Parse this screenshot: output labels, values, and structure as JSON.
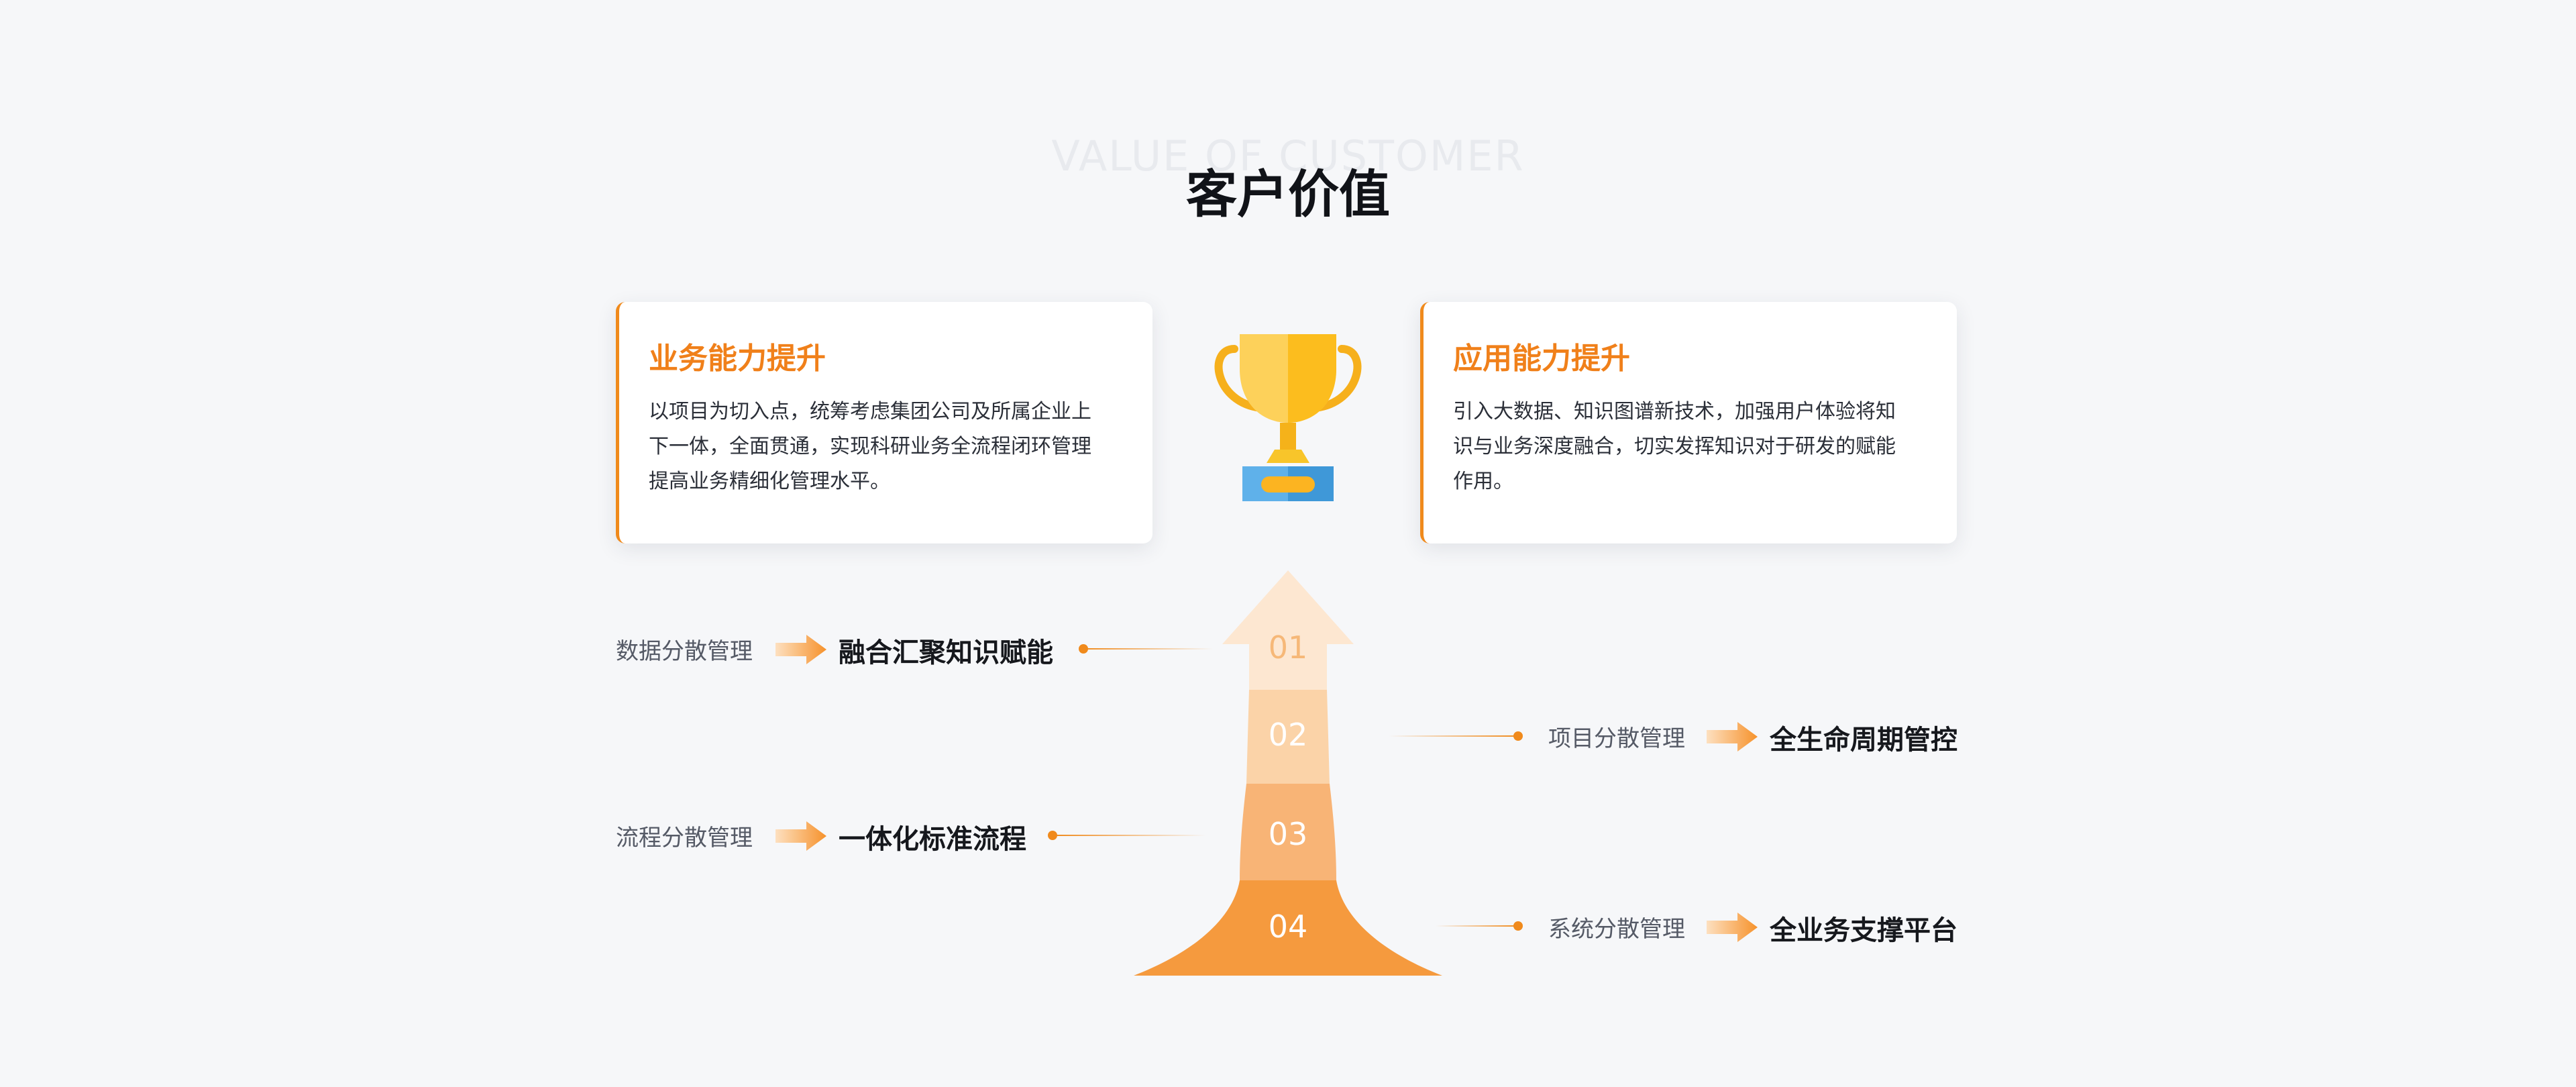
{
  "header": {
    "subtitle_en": "VALUE OF CUSTOMER",
    "title": "客户价值"
  },
  "cards": [
    {
      "title": "业务能力提升",
      "lines": [
        "以项目为切入点，统筹考虑集团公司及所属企业上",
        "下一体，全面贯通，实现科研业务全流程闭环管理",
        "提高业务精细化管理水平。"
      ]
    },
    {
      "title": "应用能力提升",
      "lines": [
        "引入大数据、知识图谱新技术，加强用户体验将知",
        "识与业务深度融合，切实发挥知识对于研发的赋能",
        "作用。"
      ]
    }
  ],
  "steps": [
    "01",
    "02",
    "03",
    "04"
  ],
  "rows": [
    {
      "step": "01",
      "from": "数据分散管理",
      "to": "融合汇聚知识赋能",
      "side": "left"
    },
    {
      "step": "02",
      "from": "项目分散管理",
      "to": "全生命周期管控",
      "side": "right"
    },
    {
      "step": "03",
      "from": "流程分散管理",
      "to": "一体化标准流程",
      "side": "left"
    },
    {
      "step": "04",
      "from": "系统分散管理",
      "to": "全业务支撑平台",
      "side": "right"
    }
  ],
  "colors": {
    "accent": "#f08a1c",
    "step1": "#fde7d1",
    "step2": "#fbd3a8",
    "step3": "#f8b476",
    "step4": "#f59a3e",
    "trophy_gold": "#fdc22f",
    "trophy_base": "#5fb1ea"
  },
  "icons": [
    "trophy-icon",
    "right-arrow-icon"
  ]
}
